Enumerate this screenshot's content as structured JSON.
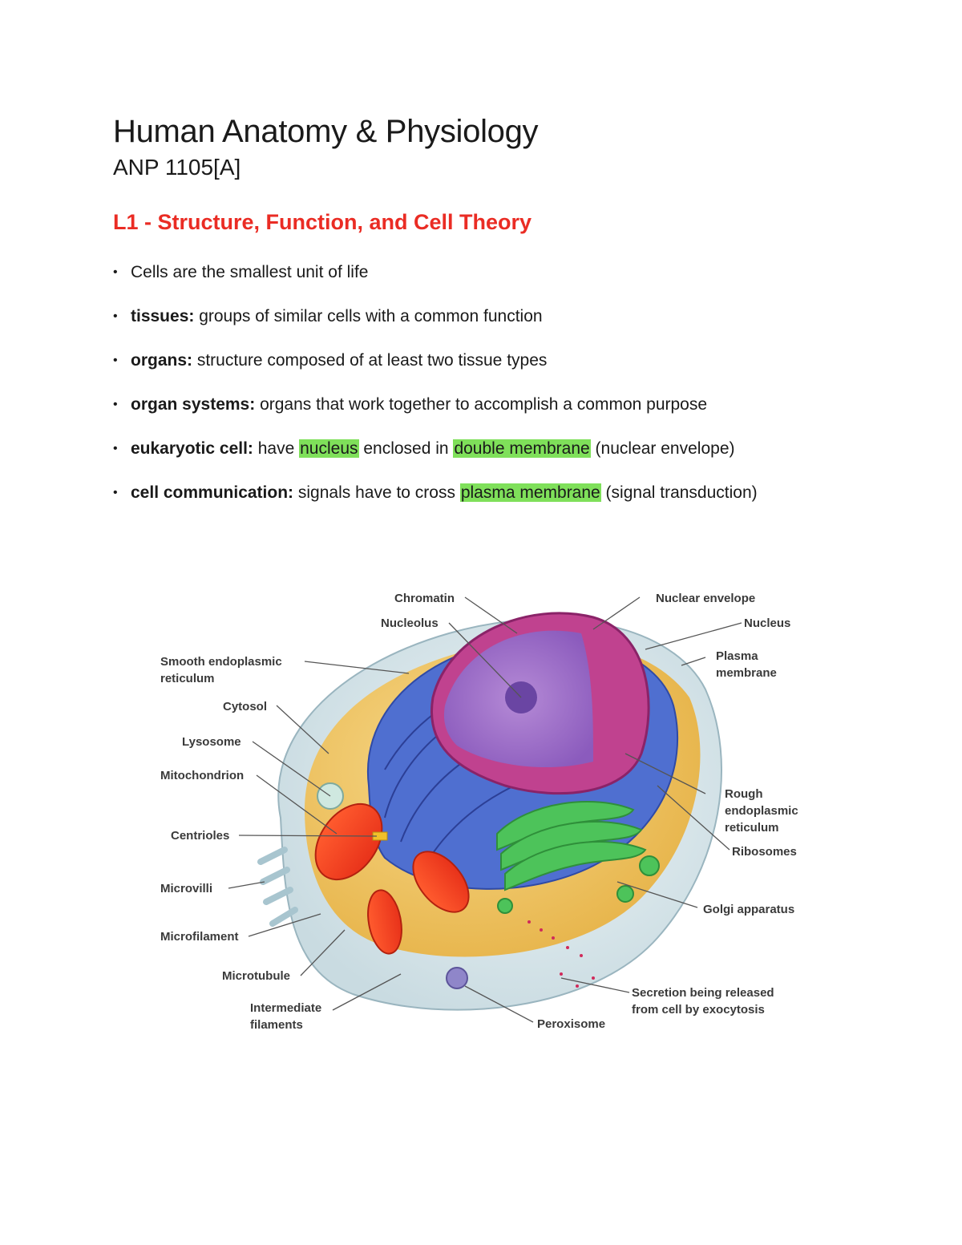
{
  "document": {
    "title": "Human Anatomy & Physiology",
    "course": "ANP 1105[A]",
    "heading": "L1 - Structure, Function, and Cell Theory"
  },
  "notes": [
    {
      "rest": "Cells are the smallest unit of life"
    },
    {
      "term": "tissues:",
      "rest": " groups of similar cells with a common function"
    },
    {
      "term": "organs:",
      "rest": " structure composed of at least two tissue types"
    },
    {
      "term": "organ systems:",
      "rest": " organs that work together to accomplish a common purpose"
    },
    {
      "term": "eukaryotic cell:",
      "t1": " have ",
      "h1": "nucleus",
      "t2": " enclosed in ",
      "h2": "double membrane",
      "t3": " (nuclear envelope)"
    },
    {
      "term": "cell communication:",
      "t1": " signals have to cross ",
      "h1": "plasma membrane",
      "t2": " (signal transduction)"
    }
  ],
  "highlight_color": "#7fe05a",
  "heading_color": "#ea2c24",
  "figure": {
    "labels": {
      "chromatin": "Chromatin",
      "nucleolus": "Nucleolus",
      "nuclear_envelope": "Nuclear envelope",
      "nucleus": "Nucleus",
      "plasma_membrane_1": "Plasma",
      "plasma_membrane_2": "membrane",
      "smooth_er_1": "Smooth endoplasmic",
      "smooth_er_2": "reticulum",
      "cytosol": "Cytosol",
      "lysosome": "Lysosome",
      "mitochondrion": "Mitochondrion",
      "centrioles": "Centrioles",
      "microvilli": "Microvilli",
      "microfilament": "Microfilament",
      "microtubule": "Microtubule",
      "intermediate_1": "Intermediate",
      "intermediate_2": "filaments",
      "rough_er_1": "Rough",
      "rough_er_2": "endoplasmic",
      "rough_er_3": "reticulum",
      "ribosomes": "Ribosomes",
      "golgi": "Golgi apparatus",
      "secretion_1": "Secretion being released",
      "secretion_2": "from cell by exocytosis",
      "peroxisome": "Peroxisome"
    }
  }
}
